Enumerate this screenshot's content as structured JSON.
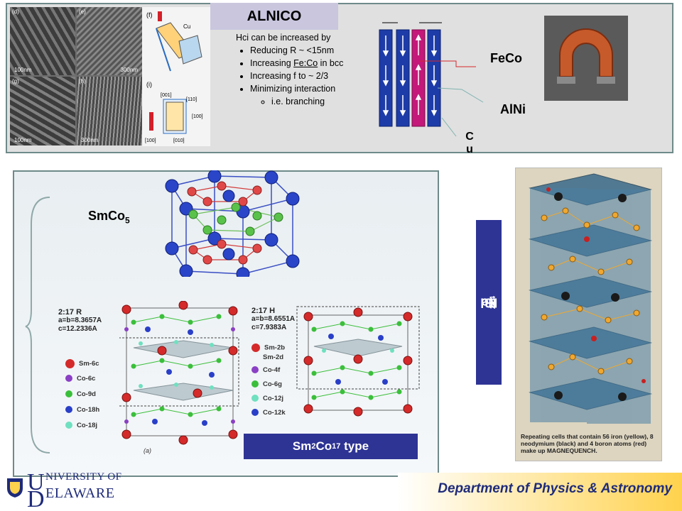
{
  "top": {
    "title": "ALNICO",
    "intro": "Hci can be increased by",
    "bullets": [
      "Reducing R ~ <15nm",
      "Increasing ",
      "Increasing f to ~ 2/3",
      "Minimizing interaction"
    ],
    "bullet2_underlined": "Fe:Co",
    "bullet2_tail": " in bcc",
    "sub_bullet": "i.e. branching",
    "label_feco": "FeCo",
    "label_alni": "AlNi",
    "label_cu_1": "C",
    "label_cu_2": "u",
    "tem_panels": [
      "(d)",
      "(e)",
      "(g)",
      "(h)"
    ],
    "tem_scales": [
      "100nm",
      "300nm",
      "100nm",
      "300nm"
    ],
    "crystal_labels": [
      "(f)",
      "(i)",
      "Cu",
      "[001]",
      "[110]",
      "[100]",
      "[100]",
      "[010]"
    ]
  },
  "lower": {
    "smco5": "SmCo",
    "smco5_sub": "5",
    "r217_title": "2:17 R",
    "r217_a": "a=b=8.3657A",
    "r217_c": "c=12.2336A",
    "h217_title": "2:17 H",
    "h217_a": "a=b=8.6551A",
    "h217_c": "c=7.9383A",
    "legend_r": [
      "Sm-6c",
      "Co-6c",
      "Co-9d",
      "Co-18h",
      "Co-18j"
    ],
    "legend_h": [
      "Sm-2b",
      "Sm-2d",
      "Co-4f",
      "Co-6g",
      "Co-12j",
      "Co-12k"
    ],
    "fig_label": "(a)",
    "sm2co17_a": "Sm",
    "sm2co17_sub1": "2",
    "sm2co17_b": "Co",
    "sm2co17_sub2": "17",
    "sm2co17_c": " type"
  },
  "nd": {
    "label_a": "Nd",
    "sub1": "2",
    "label_b": "Fe",
    "sub2": "14",
    "label_c": "B",
    "caption": "Repeating cells that contain 56 iron (yellow), 8 neodymium (black) and 4 boron atoms (red) make up MAGNEQUENCH."
  },
  "footer": {
    "department": "Department of Physics & Astronomy",
    "logo_line1": "NIVERSITY OF",
    "logo_line2": "ELAWARE"
  },
  "colors": {
    "title_box": "#c9c6de",
    "label_box": "#2e3494",
    "rod_blue": "#1e3ca8",
    "rod_magenta": "#c4187a",
    "footer_text": "#1f2b7a",
    "footer_gold": "#ffd24d"
  }
}
